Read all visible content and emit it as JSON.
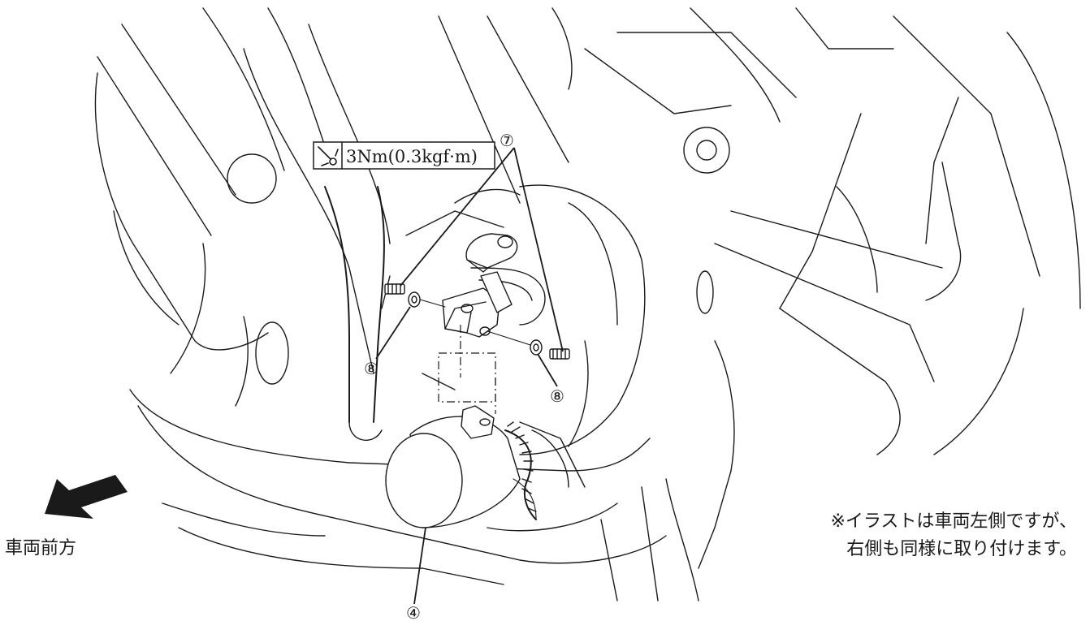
{
  "torque_spec": {
    "icon": "torque-wrench-icon",
    "value": "3Nm(0.3kgf·m)"
  },
  "callouts": {
    "bolt": "⑦",
    "washer": "⑧",
    "fog_lamp": "④"
  },
  "direction": {
    "icon": "arrow-front-icon",
    "label": "車両前方"
  },
  "note": {
    "line1": "※イラストは車両左側ですが、",
    "line2": "右側も同様に取り付けます。"
  }
}
